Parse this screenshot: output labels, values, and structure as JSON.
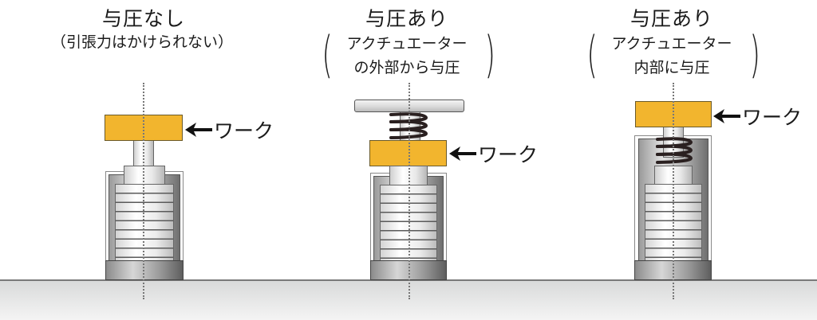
{
  "panels": [
    {
      "title": "与圧なし",
      "subtitle_lines": [
        "（引張力はかけられない）"
      ],
      "work_label": "←ワーク",
      "work_text": "ワーク",
      "spring": false
    },
    {
      "title": "与圧あり",
      "subtitle_lines": [
        "アクチュエーター",
        "の外部から与圧"
      ],
      "work_label": "←ワーク",
      "work_text": "ワーク",
      "spring": "external"
    },
    {
      "title": "与圧あり",
      "subtitle_lines": [
        "アクチュエーター",
        "内部に与圧"
      ],
      "work_label": "←ワーク",
      "work_text": "ワーク",
      "spring": "internal"
    }
  ],
  "parens": {
    "open": "(",
    "close": ")"
  },
  "colors": {
    "work": "#f2b52e",
    "floor": "#e4e5e5",
    "spring": "#2a2020",
    "text": "#1a1a1a"
  }
}
